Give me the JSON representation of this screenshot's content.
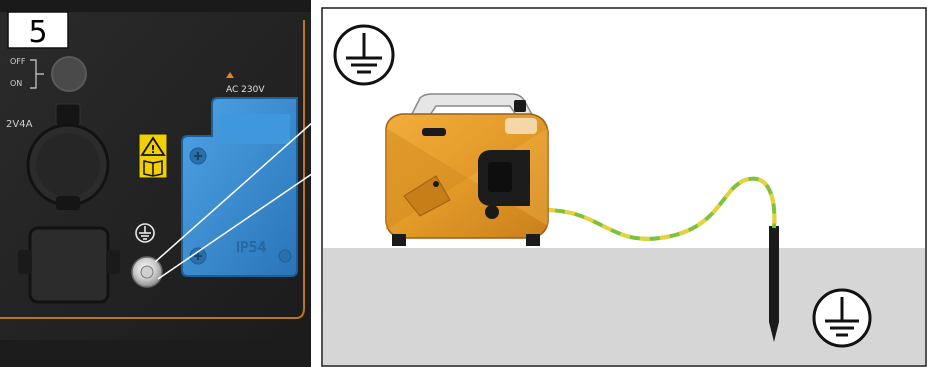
{
  "step_number": "5",
  "switch_labels": {
    "off": "OFF",
    "on": "ON"
  },
  "usb_label": "2V4A",
  "socket_voltage_label": "AC 230V",
  "socket_rating_label": "IP54",
  "icons": {
    "ground_symbol": "earth-ground-icon",
    "warning": "warning-triangle-icon",
    "manual": "read-manual-icon"
  },
  "colors": {
    "panel": "#232323",
    "socket_blue": "#3a8fd4",
    "generator_orange": "#e8a030",
    "ground_surface": "#d6d6d6",
    "cable_green": "#7cc23a",
    "cable_yellow": "#e6d23a",
    "warning_yellow": "#f0d000"
  }
}
